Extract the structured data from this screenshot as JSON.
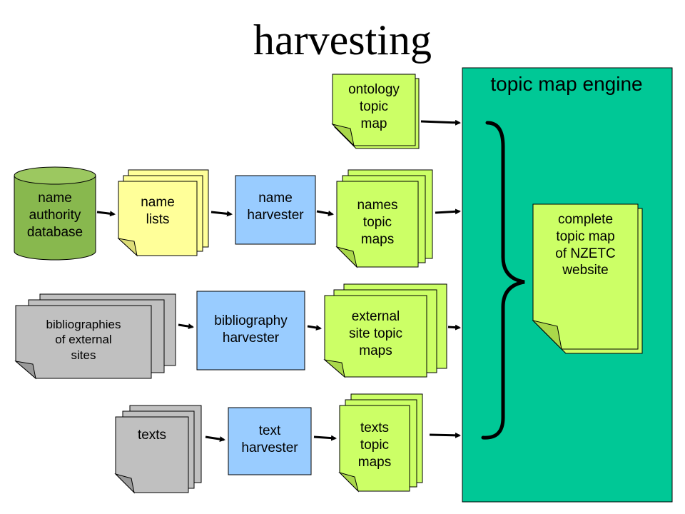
{
  "title": "harvesting",
  "engine": {
    "label": "topic map engine",
    "output": "complete\ntopic map\nof NZETC\nwebsite"
  },
  "sources": {
    "name_authority_database": "name\nauthority\ndatabase",
    "name_lists": "name\nlists",
    "bibliographies": "bibliographies\nof external\nsites",
    "texts": "texts"
  },
  "harvesters": {
    "name": "name\nharvester",
    "bibliography": "bibliography\nharvester",
    "text": "text\nharvester"
  },
  "topic_maps": {
    "ontology": "ontology\ntopic\nmap",
    "names": "names\ntopic\nmaps",
    "external": "external\nsite topic\nmaps",
    "texts": "texts\ntopic\nmaps"
  },
  "colors": {
    "engine": "#00C896",
    "topic_map_fill": "#CCFF66",
    "name_list_fill": "#FFFF99",
    "harvester_fill": "#99CCFF",
    "gray_doc_fill": "#C0C0C0",
    "database_fill": "#88B84E"
  }
}
